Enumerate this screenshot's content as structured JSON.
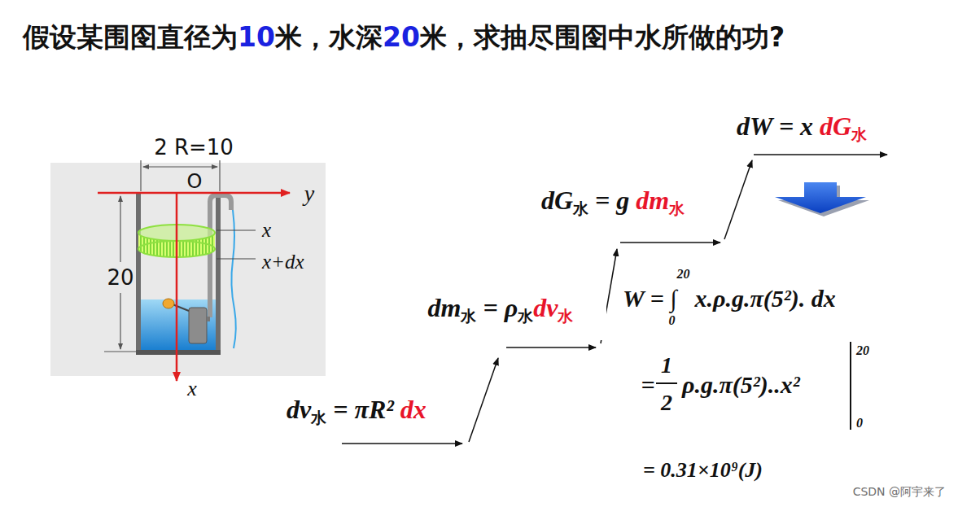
{
  "diagram": {
    "title": "假设某围囹直径为10米，水深20米，求抽尽围囹中水所做的功?",
    "nodes": [
      {
        "text": [
          "dm水 = ρ水dv水"
        ]
      }
    ],
    "labels": [
      "2 R=10",
      "O",
      "y",
      "x",
      "x+dx",
      "20",
      "x",
      "dv水 = πR² dx",
      "dG水 = g dm水",
      "dW = x dG水",
      "W = ∫",
      "20",
      "0",
      "x.ρ.g.π(5²). dx",
      "=",
      "1",
      "2",
      "ρ.g.π(5²)..x²",
      "20",
      "0",
      "= 0.31×10⁹(J)",
      "CSDN @阿宇来了"
    ]
  }
}
